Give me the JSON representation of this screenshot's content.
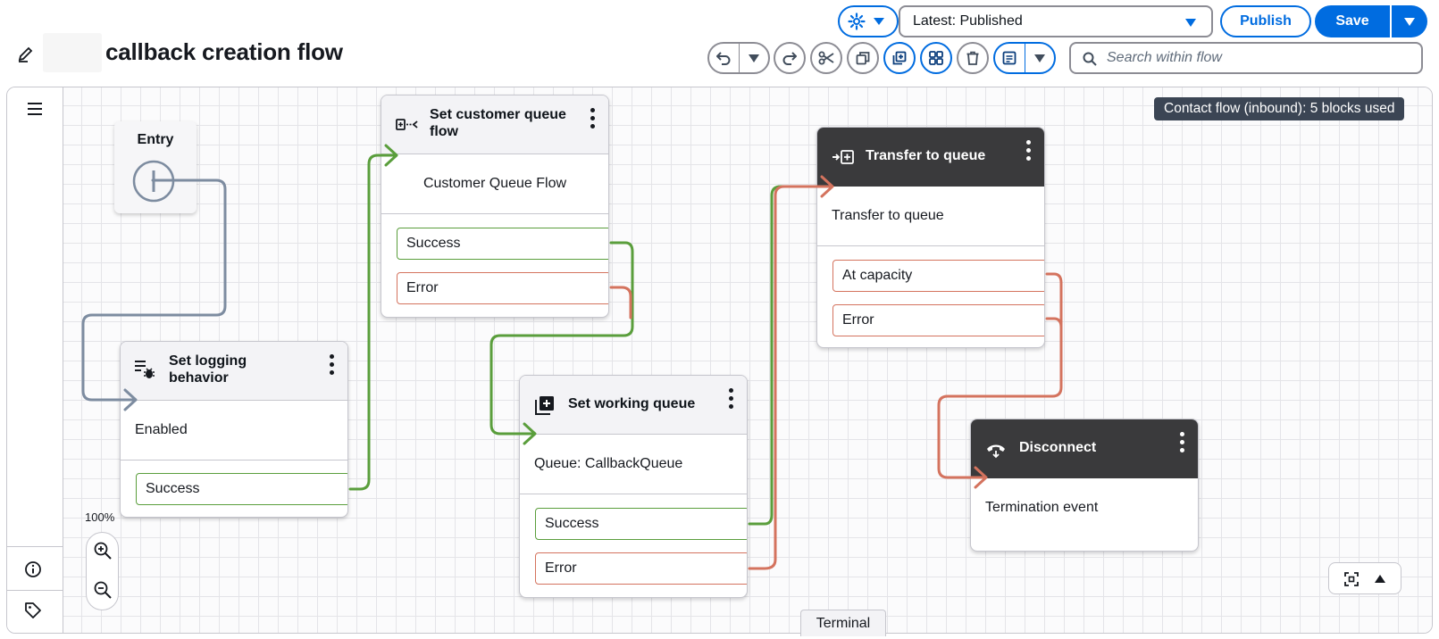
{
  "header": {
    "title": "callback creation flow",
    "version_select": "Latest: Published",
    "publish_label": "Publish",
    "save_label": "Save",
    "search_placeholder": "Search within flow"
  },
  "canvas": {
    "blocks_badge": "Contact flow (inbound): 5 blocks used",
    "zoom_level": "100%",
    "terminal_label": "Terminal"
  },
  "blocks": {
    "entry": {
      "title": "Entry"
    },
    "logging": {
      "title_line1": "Set logging",
      "title_line2": "behavior",
      "body": "Enabled",
      "success": "Success"
    },
    "customer_queue": {
      "title_line1": "Set customer queue",
      "title_line2": "flow",
      "body": "Customer Queue Flow",
      "success": "Success",
      "error": "Error"
    },
    "working_queue": {
      "title": "Set working queue",
      "body": "Queue: CallbackQueue",
      "success": "Success",
      "error": "Error"
    },
    "transfer": {
      "title": "Transfer to queue",
      "body": "Transfer to queue",
      "at_capacity": "At capacity",
      "error": "Error"
    },
    "disconnect": {
      "title": "Disconnect",
      "body": "Termination event"
    }
  },
  "colors": {
    "accent": "#006ce0",
    "success_wire": "#5a9e3c",
    "error_wire": "#d4735e",
    "neutral_wire": "#7d8ca0"
  }
}
